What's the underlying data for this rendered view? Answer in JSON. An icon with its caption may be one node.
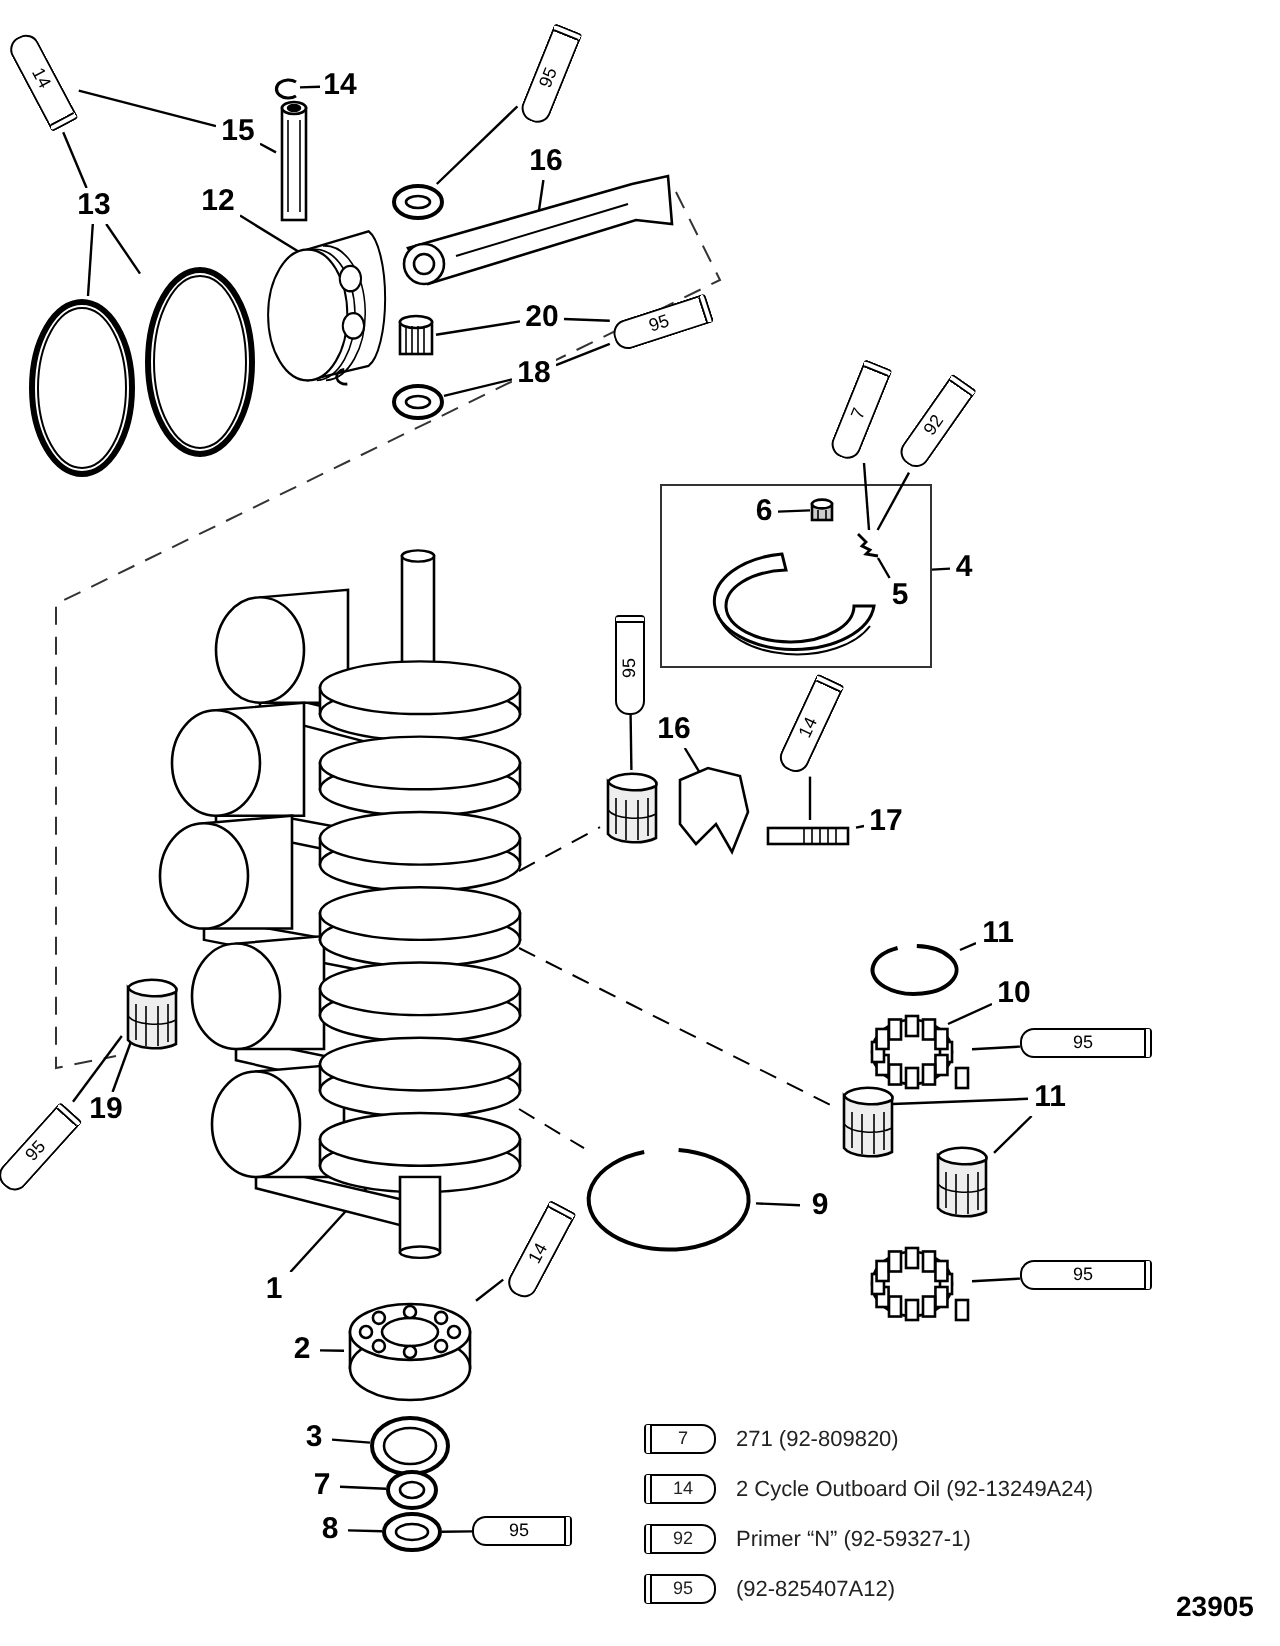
{
  "diagram": {
    "nodes": [
      {
        "text": [
          "14"
        ]
      },
      {
        "text": [],
        "shape": "picture"
      },
      {
        "text": [
          "14"
        ]
      },
      {
        "text": [
          "15"
        ]
      },
      {
        "text": [],
        "shape": "picture"
      },
      {
        "text": [
          "13"
        ]
      },
      {
        "text": [],
        "shape": "picture"
      },
      {
        "text": [],
        "shape": "picture"
      },
      {
        "text": [
          "12"
        ]
      },
      {
        "text": [],
        "shape": "picture"
      },
      {
        "text": [
          "95"
        ]
      },
      {
        "text": [],
        "shape": "picture"
      },
      {
        "text": [
          "16"
        ]
      },
      {
        "text": [],
        "shape": "picture"
      },
      {
        "text": [
          "20"
        ]
      },
      {
        "text": [],
        "shape": "picture"
      },
      {
        "text": [
          "95"
        ]
      },
      {
        "text": [
          "18"
        ]
      },
      {
        "text": [],
        "shape": "picture"
      },
      {
        "text": [],
        "shape": "box"
      },
      {
        "text": [
          "6"
        ],
        "in": 19
      },
      {
        "text": [],
        "shape": "picture",
        "in": 19
      },
      {
        "text": [],
        "shape": "picture",
        "in": 19
      },
      {
        "text": [],
        "shape": "picture",
        "in": 19
      },
      {
        "text": [
          "5"
        ],
        "in": 19
      },
      {
        "text": [
          "4"
        ]
      },
      {
        "text": [
          "7"
        ]
      },
      {
        "text": [
          "92"
        ]
      },
      {
        "text": [],
        "shape": "picture"
      },
      {
        "text": [
          "95"
        ]
      },
      {
        "text": [],
        "shape": "picture"
      },
      {
        "text": [
          "16"
        ]
      },
      {
        "text": [],
        "shape": "picture"
      },
      {
        "text": [
          "14"
        ]
      },
      {
        "text": [],
        "shape": "picture"
      },
      {
        "text": [
          "17"
        ]
      },
      {
        "text": [],
        "shape": "picture"
      },
      {
        "text": [
          "19"
        ]
      },
      {
        "text": [
          "95"
        ]
      },
      {
        "text": [
          "11"
        ]
      },
      {
        "text": [],
        "shape": "picture"
      },
      {
        "text": [
          "10"
        ]
      },
      {
        "text": [],
        "shape": "picture"
      },
      {
        "text": [
          "95"
        ]
      },
      {
        "text": [
          "11"
        ]
      },
      {
        "text": [],
        "shape": "picture"
      },
      {
        "text": [],
        "shape": "picture"
      },
      {
        "text": [],
        "shape": "picture"
      },
      {
        "text": [
          "95"
        ]
      },
      {
        "text": [],
        "shape": "picture"
      },
      {
        "text": [
          "9"
        ]
      },
      {
        "text": [
          "1"
        ]
      },
      {
        "text": [],
        "shape": "picture"
      },
      {
        "text": [
          "2"
        ]
      },
      {
        "text": [
          "14"
        ]
      },
      {
        "text": [],
        "shape": "picture"
      },
      {
        "text": [
          "3"
        ]
      },
      {
        "text": [],
        "shape": "picture"
      },
      {
        "text": [
          "7"
        ]
      },
      {
        "text": [],
        "shape": "picture"
      },
      {
        "text": [
          "8"
        ]
      },
      {
        "text": [
          "95"
        ]
      }
    ],
    "edges": [
      {
        "from": 0,
        "to": 1,
        "arrow": "none"
      },
      {
        "from": 2,
        "to": 3,
        "arrow": "none"
      },
      {
        "from": 2,
        "to": 5,
        "arrow": "none"
      },
      {
        "from": 3,
        "to": 4,
        "arrow": "none"
      },
      {
        "from": 5,
        "to": 6,
        "arrow": "none"
      },
      {
        "from": 5,
        "to": 7,
        "arrow": "none"
      },
      {
        "from": 8,
        "to": 9,
        "arrow": "none"
      },
      {
        "from": 10,
        "to": 11,
        "arrow": "none"
      },
      {
        "from": 12,
        "to": 13,
        "arrow": "none"
      },
      {
        "from": 14,
        "to": 15,
        "arrow": "none"
      },
      {
        "from": 16,
        "to": 14,
        "arrow": "none"
      },
      {
        "from": 16,
        "to": 17,
        "arrow": "none"
      },
      {
        "from": 17,
        "to": 18,
        "arrow": "none"
      },
      {
        "from": 20,
        "to": 21,
        "arrow": "none"
      },
      {
        "from": 24,
        "to": 23,
        "arrow": "none"
      },
      {
        "from": 26,
        "to": 23,
        "arrow": "none"
      },
      {
        "from": 27,
        "to": 23,
        "arrow": "none"
      },
      {
        "from": 25,
        "to": 19,
        "arrow": "none"
      },
      {
        "from": 29,
        "to": 30,
        "arrow": "none"
      },
      {
        "from": 31,
        "to": 32,
        "arrow": "none"
      },
      {
        "from": 33,
        "to": 34,
        "arrow": "none"
      },
      {
        "from": 35,
        "to": 34,
        "arrow": "none"
      },
      {
        "from": 37,
        "to": 36,
        "arrow": "none"
      },
      {
        "from": 38,
        "to": 36,
        "arrow": "none"
      },
      {
        "from": 39,
        "to": 40,
        "arrow": "none"
      },
      {
        "from": 41,
        "to": 42,
        "arrow": "none"
      },
      {
        "from": 43,
        "to": 42,
        "arrow": "none"
      },
      {
        "from": 44,
        "to": 45,
        "arrow": "none"
      },
      {
        "from": 44,
        "to": 46,
        "arrow": "none"
      },
      {
        "from": 48,
        "to": 47,
        "arrow": "none"
      },
      {
        "from": 50,
        "to": 49,
        "arrow": "none"
      },
      {
        "from": 51,
        "to": 28,
        "arrow": "none"
      },
      {
        "from": 53,
        "to": 52,
        "arrow": "none"
      },
      {
        "from": 54,
        "to": 52,
        "arrow": "none"
      },
      {
        "from": 56,
        "to": 55,
        "arrow": "none"
      },
      {
        "from": 58,
        "to": 57,
        "arrow": "none"
      },
      {
        "from": 60,
        "to": 59,
        "arrow": "none"
      },
      {
        "from": 61,
        "to": 59,
        "arrow": "none"
      },
      {
        "from": 28,
        "to": 30,
        "arrow": "none",
        "style": "dashed"
      },
      {
        "from": 28,
        "to": 45,
        "arrow": "none",
        "style": "dashed"
      },
      {
        "from": 28,
        "to": 49,
        "arrow": "none",
        "style": "dashed"
      }
    ],
    "labels": [
      "7",
      "14",
      "92",
      "95",
      "23905"
    ],
    "legend": [
      {
        "text": "271 (92-809820)"
      },
      {
        "text": "2 Cycle Outboard Oil (92-13249A24)"
      },
      {
        "text": "Primer “N” (92-59327-1)"
      },
      {
        "text": "(92-825407A12)"
      }
    ]
  }
}
